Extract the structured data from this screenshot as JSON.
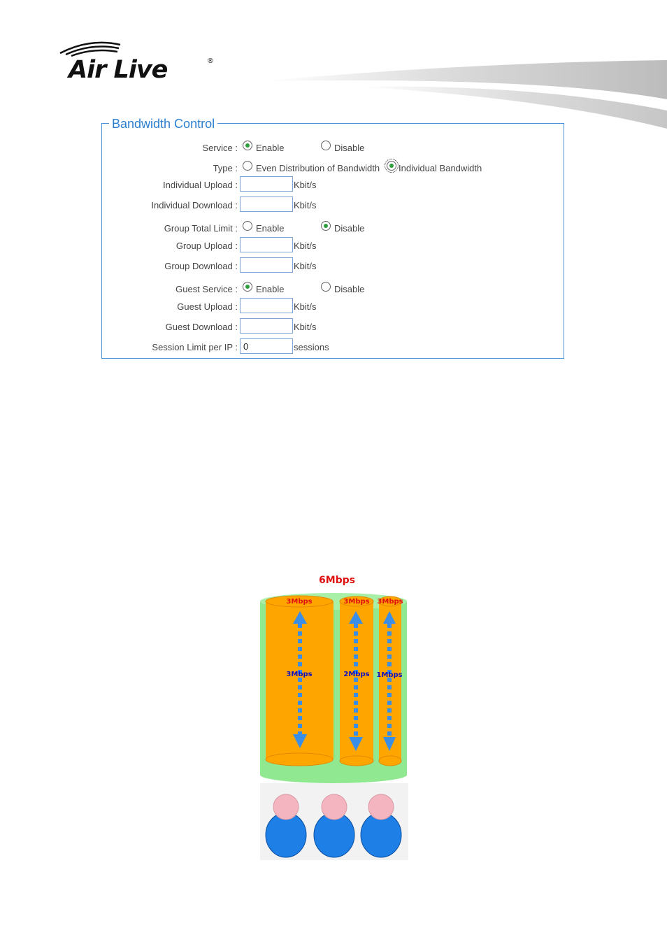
{
  "header": {
    "logo_text": "Air Live",
    "logo_mark": "®"
  },
  "panel": {
    "legend": "Bandwidth Control",
    "rows": {
      "service": {
        "label": "Service :",
        "enable": "Enable",
        "disable": "Disable",
        "selected": "Enable"
      },
      "type": {
        "label": "Type :",
        "even": "Even Distribution of Bandwidth",
        "individual": "Individual Bandwidth",
        "selected": "Individual Bandwidth"
      },
      "individual_upload": {
        "label": "Individual Upload :",
        "value": "",
        "unit": "Kbit/s"
      },
      "individual_download": {
        "label": "Individual Download :",
        "value": "",
        "unit": "Kbit/s"
      },
      "group_total_limit": {
        "label": "Group Total Limit :",
        "enable": "Enable",
        "disable": "Disable",
        "selected": "Disable"
      },
      "group_upload": {
        "label": "Group Upload :",
        "value": "",
        "unit": "Kbit/s"
      },
      "group_download": {
        "label": "Group Download :",
        "value": "",
        "unit": "Kbit/s"
      },
      "guest_service": {
        "label": "Guest Service :",
        "enable": "Enable",
        "disable": "Disable",
        "selected": "Enable"
      },
      "guest_upload": {
        "label": "Guest Upload :",
        "value": "",
        "unit": "Kbit/s"
      },
      "guest_download": {
        "label": "Guest Download :",
        "value": "",
        "unit": "Kbit/s"
      },
      "session_limit": {
        "label": "Session Limit per IP :",
        "value": "0",
        "unit": "sessions"
      }
    }
  },
  "diagram": {
    "total": "6Mbps",
    "pipes": [
      {
        "cap": "3Mbps",
        "usage": "3Mbps"
      },
      {
        "cap": "3Mbps",
        "usage": "2Mbps"
      },
      {
        "cap": "3Mbps",
        "usage": "1Mbps"
      }
    ],
    "colors": {
      "outer": "#90e890",
      "pipe": "#ffa500",
      "arrow": "#3a8ee6",
      "cap_text": "#e01010",
      "usage_text": "#1010c0",
      "head": "#f5b5c0",
      "body": "#1e7fe6"
    }
  }
}
